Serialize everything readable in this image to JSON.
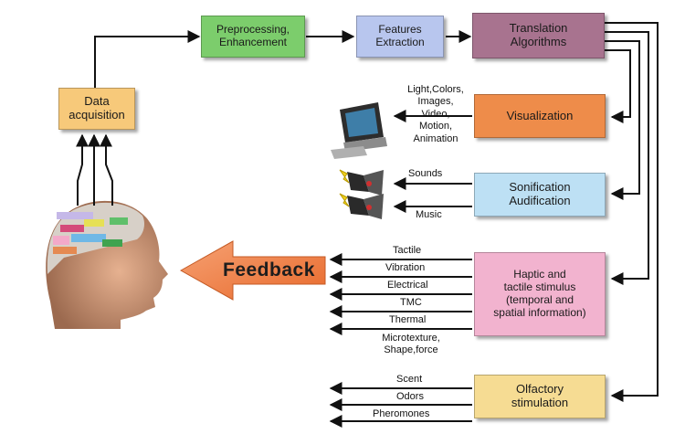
{
  "boxes": {
    "data_acquisition": "Data\nacquisition",
    "preprocessing": "Preprocessing,\nEnhancement",
    "features": "Features\nExtraction",
    "translation": "Translation\nAlgorithms",
    "visualization": "Visualization",
    "sonification": "Sonification\nAudification",
    "haptic": "Haptic and\ntactile stimulus\n(temporal and\nspatial information)",
    "olfactory": "Olfactory\nstimulation"
  },
  "visual_outputs": "Light,Colors,\nImages,\nVideo,\nMotion,\nAnimation",
  "sound_outputs": [
    "Sounds",
    "Music"
  ],
  "haptic_outputs": [
    "Tactile",
    "Vibration",
    "Electrical",
    "TMC",
    "Thermal",
    "Microtexture,\nShape,force"
  ],
  "olfactory_outputs": [
    "Scent",
    "Odors",
    "Pheromones"
  ],
  "feedback_label": "Feedback",
  "colors": {
    "data_acquisition": "#f7c97a",
    "preprocessing": "#7ccd6c",
    "features": "#b8c6ee",
    "translation": "#a8738f",
    "visualization": "#ee8c4a",
    "sonification": "#bde0f4",
    "haptic": "#f2b3cf",
    "olfactory": "#f6dc93",
    "feedback_arrow": "#f08a55"
  }
}
